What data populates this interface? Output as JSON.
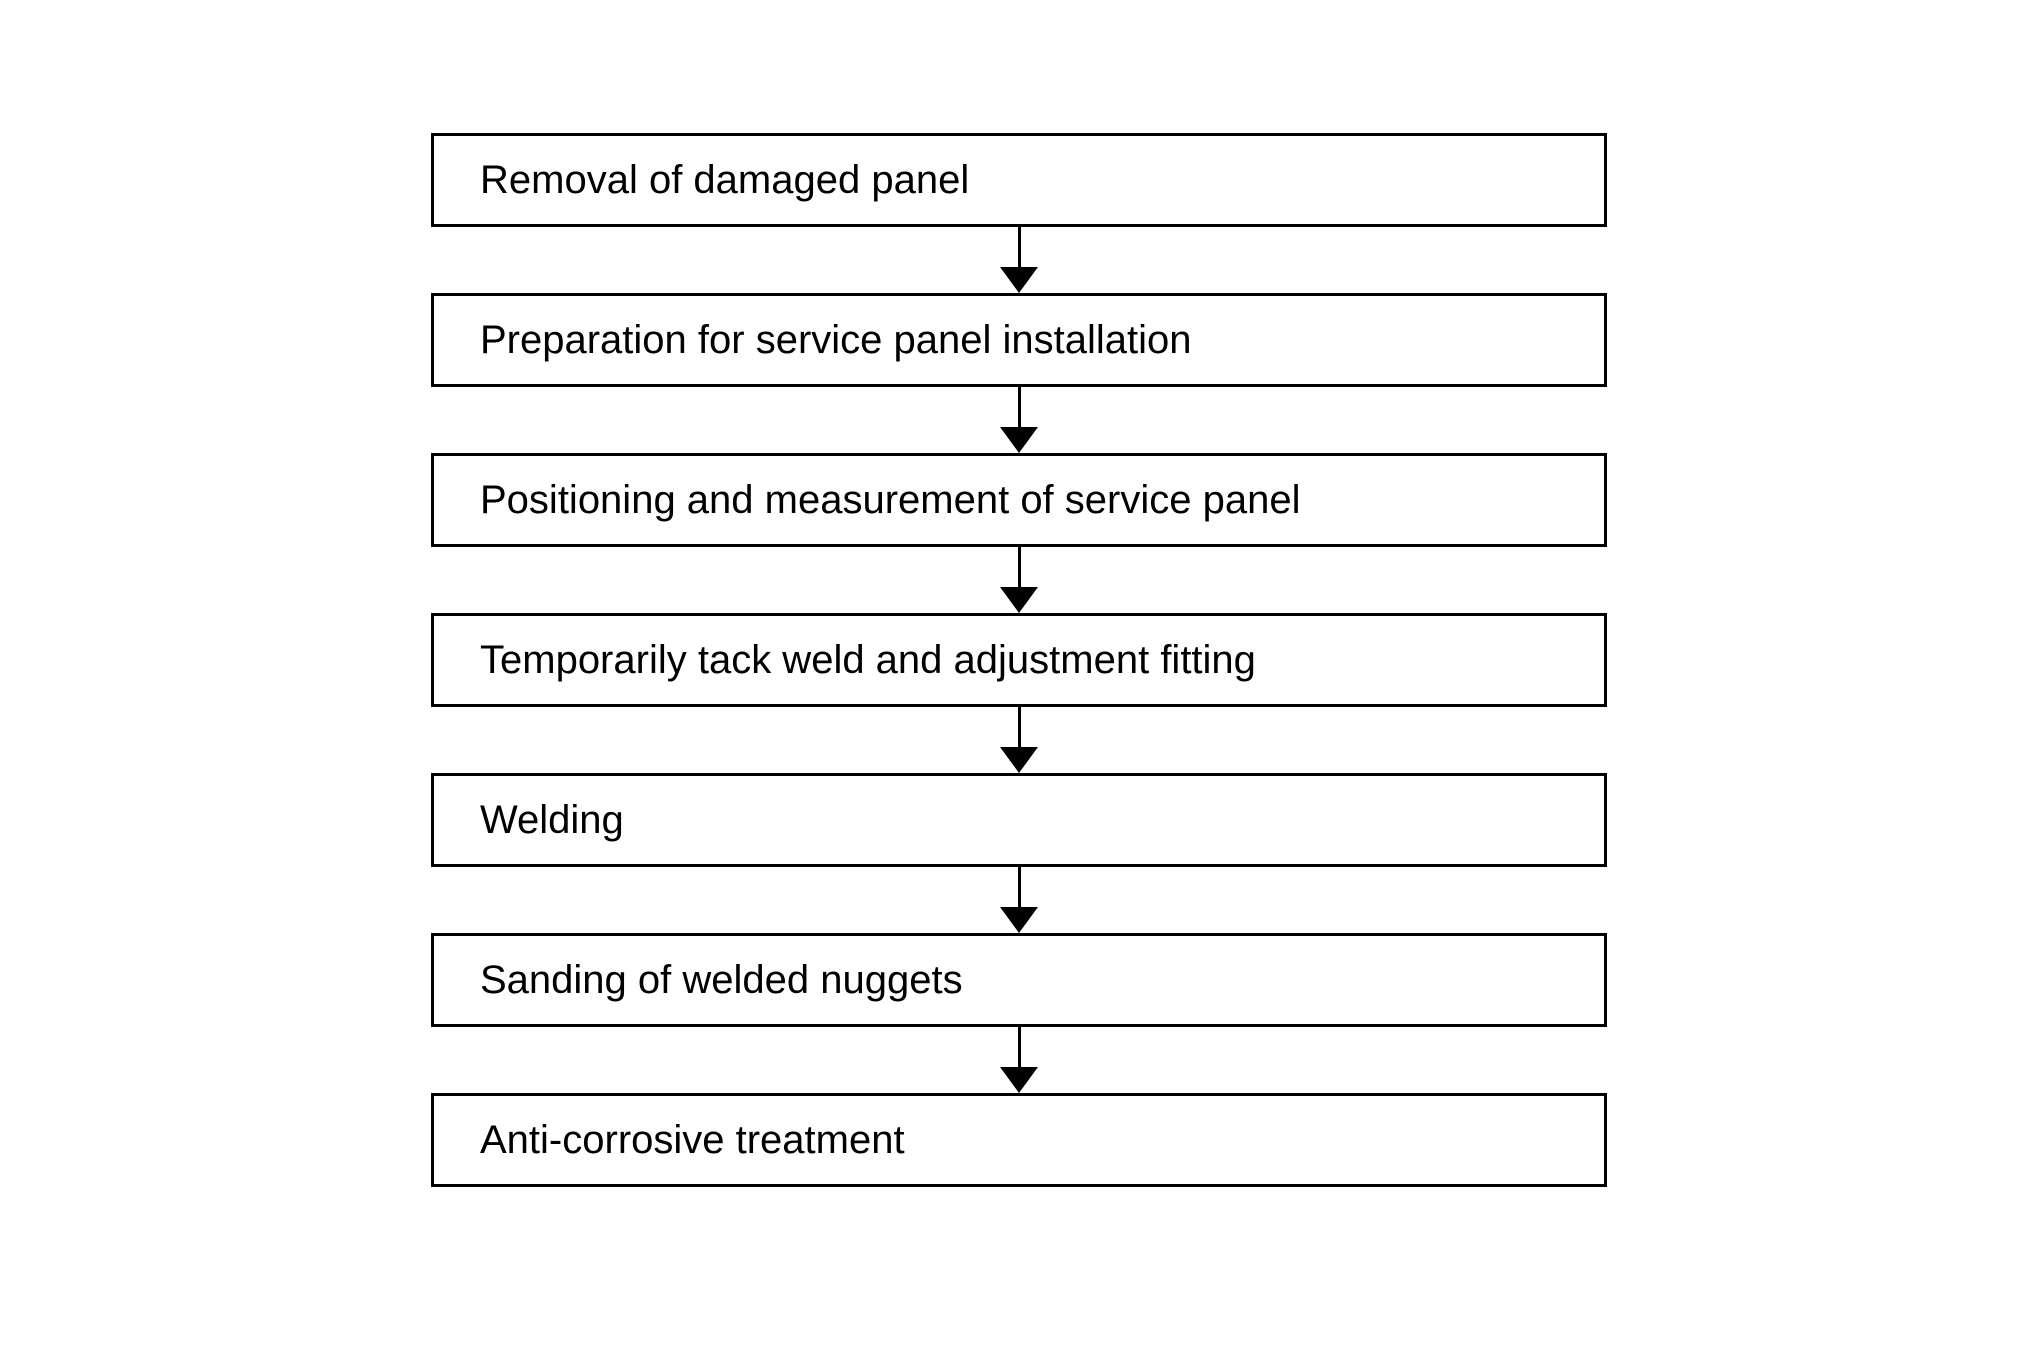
{
  "diagram": {
    "type": "flowchart",
    "direction": "top-down",
    "colors": {
      "background": "#ffffff",
      "box_fill": "#ffffff",
      "box_border": "#000000",
      "text": "#000000",
      "arrow": "#000000"
    },
    "connector_icon": "arrow-down-icon",
    "steps": [
      {
        "label": "Removal of damaged panel"
      },
      {
        "label": "Preparation for service panel installation"
      },
      {
        "label": "Positioning and measurement of service panel"
      },
      {
        "label": "Temporarily tack weld and adjustment fitting"
      },
      {
        "label": "Welding"
      },
      {
        "label": "Sanding of welded nuggets"
      },
      {
        "label": "Anti-corrosive treatment"
      }
    ]
  }
}
